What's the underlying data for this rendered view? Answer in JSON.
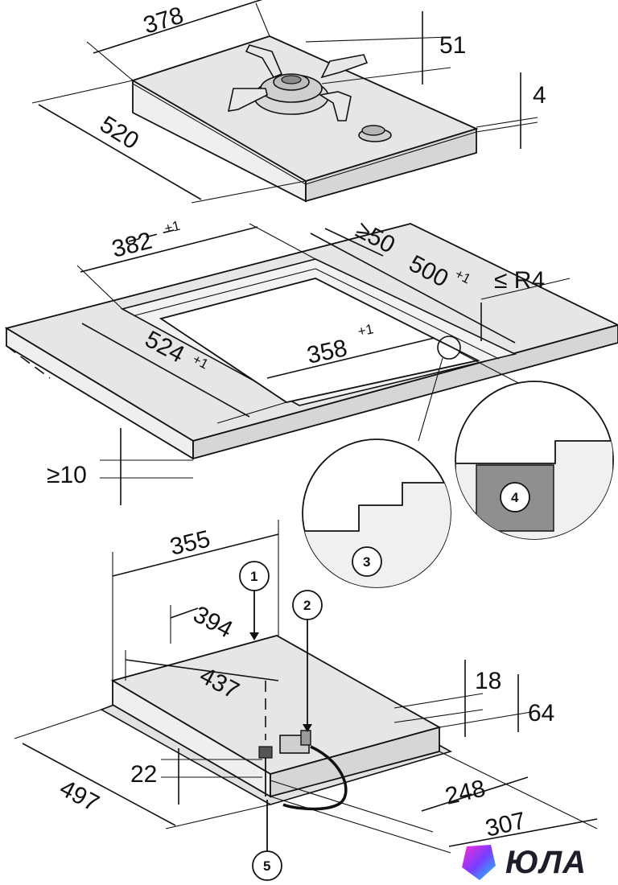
{
  "hob_dims": {
    "width": "378",
    "depth": "520",
    "burner_height": "51",
    "glass_thickness": "4"
  },
  "cutout_dims": {
    "outer_width": "382",
    "outer_width_tol": "+1",
    "min_wall": "≥50",
    "outer_depth": "500",
    "outer_depth_tol": "+1",
    "radius": "≤ R4",
    "inner_depth": "524",
    "inner_depth_tol": "+1",
    "inner_width": "358",
    "inner_width_tol": "+1",
    "min_thickness": "≥10"
  },
  "underside_dims": {
    "d355": "355",
    "d394": "394",
    "d437": "437",
    "d18": "18",
    "d64": "64",
    "d22": "22",
    "d497": "497",
    "d248": "248",
    "d307": "307"
  },
  "callouts": [
    "1",
    "2",
    "3",
    "4",
    "5"
  ],
  "brand": {
    "name": "ЮЛА",
    "colors": [
      "#ff2bd6",
      "#7a3cff",
      "#18d0ff"
    ]
  }
}
